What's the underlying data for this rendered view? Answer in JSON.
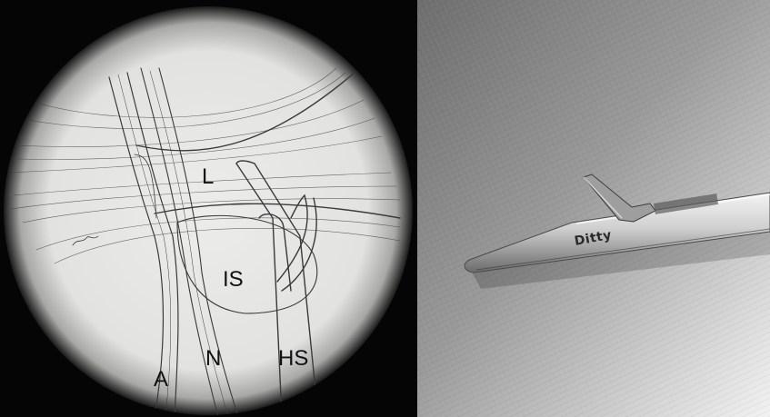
{
  "panels": {
    "left": {
      "kind": "pencil anatomical sketch, circular endoscopic view",
      "labels": {
        "L": "L",
        "IS": "IS",
        "A": "A",
        "N": "N",
        "HS": "HS"
      }
    },
    "right": {
      "kind": "grayscale photograph of surgical instrument tip on fabric",
      "brand_text": "Ditty"
    }
  },
  "colors": {
    "vignette": "#050505",
    "paper": "#e6e6e4",
    "pencil": "#3a3a3a",
    "fabric": "#8a8a8a",
    "metal": "#d8d8d8"
  }
}
